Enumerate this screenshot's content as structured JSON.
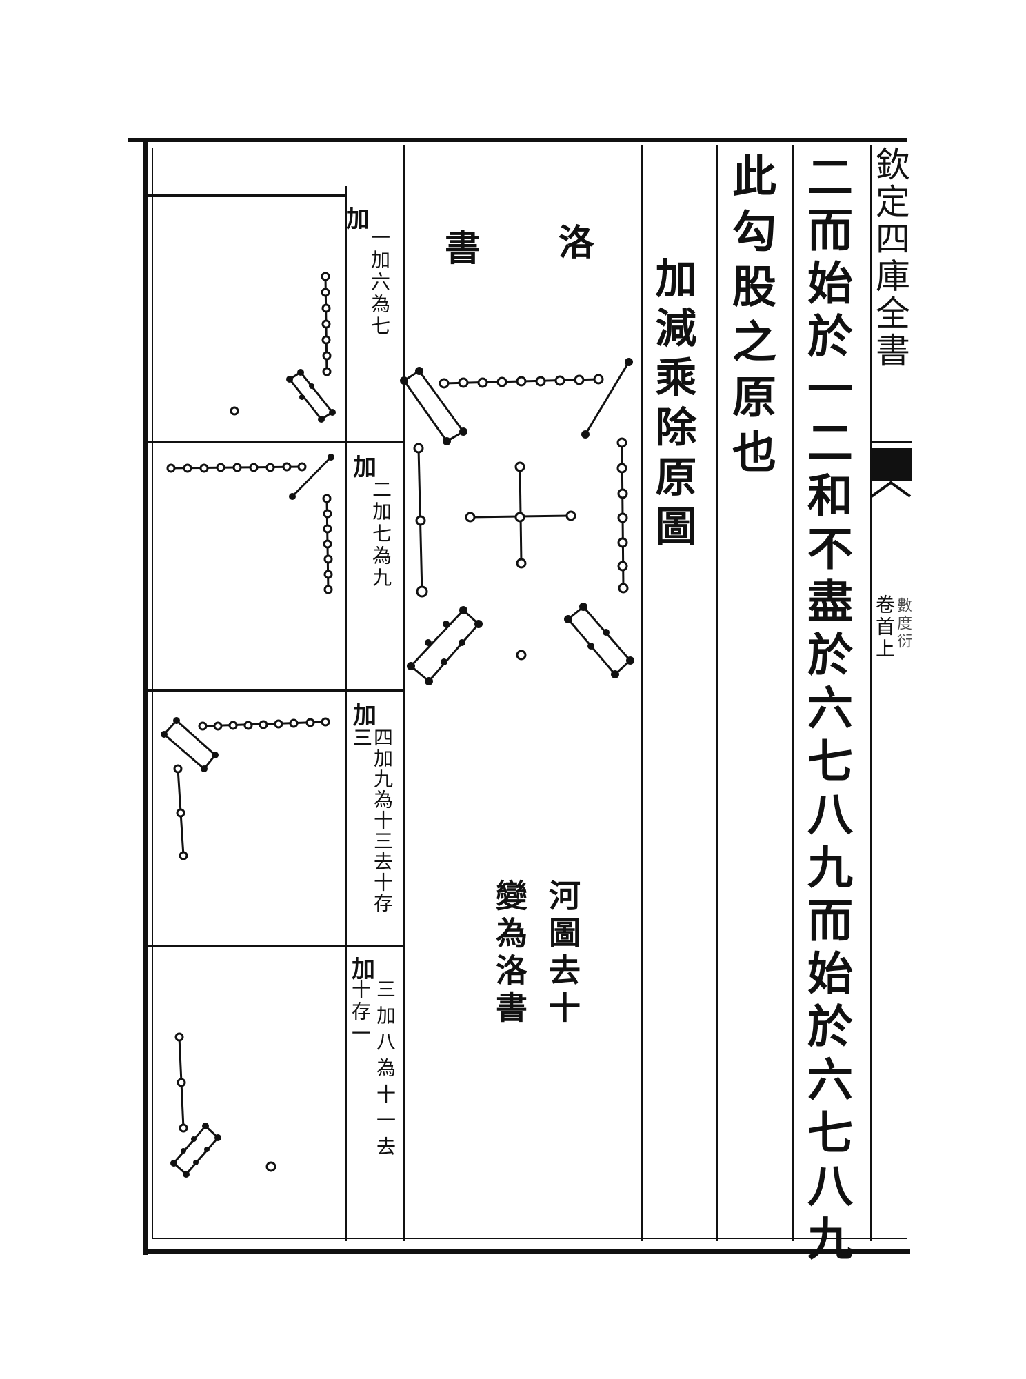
{
  "header": {
    "book_title": "欽定四庫全書",
    "margin_volume": "卷首上",
    "margin_book_partial": "數度衍"
  },
  "columns": {
    "main_text": "二而始於一二和不盡於六七八九而始於六七八九",
    "conclusion": "此勾股之原也",
    "diagram_heading": "加減乘除原圖"
  },
  "luoshu": {
    "title_right": "洛",
    "title_left": "書",
    "caption_right": "河圖去十",
    "caption_left": "變為洛書"
  },
  "panels": [
    {
      "big_label": "加",
      "label": "一加六為七"
    },
    {
      "big_label": "加",
      "label": "二加七為九"
    },
    {
      "big_label": "加",
      "side_note": "三",
      "label": "四加九為十三去十存"
    },
    {
      "big_label": "加",
      "side_note": "十存一",
      "label": "三加八為十一去"
    }
  ],
  "colors": {
    "ink": "#111111",
    "paper": "#ffffff"
  }
}
